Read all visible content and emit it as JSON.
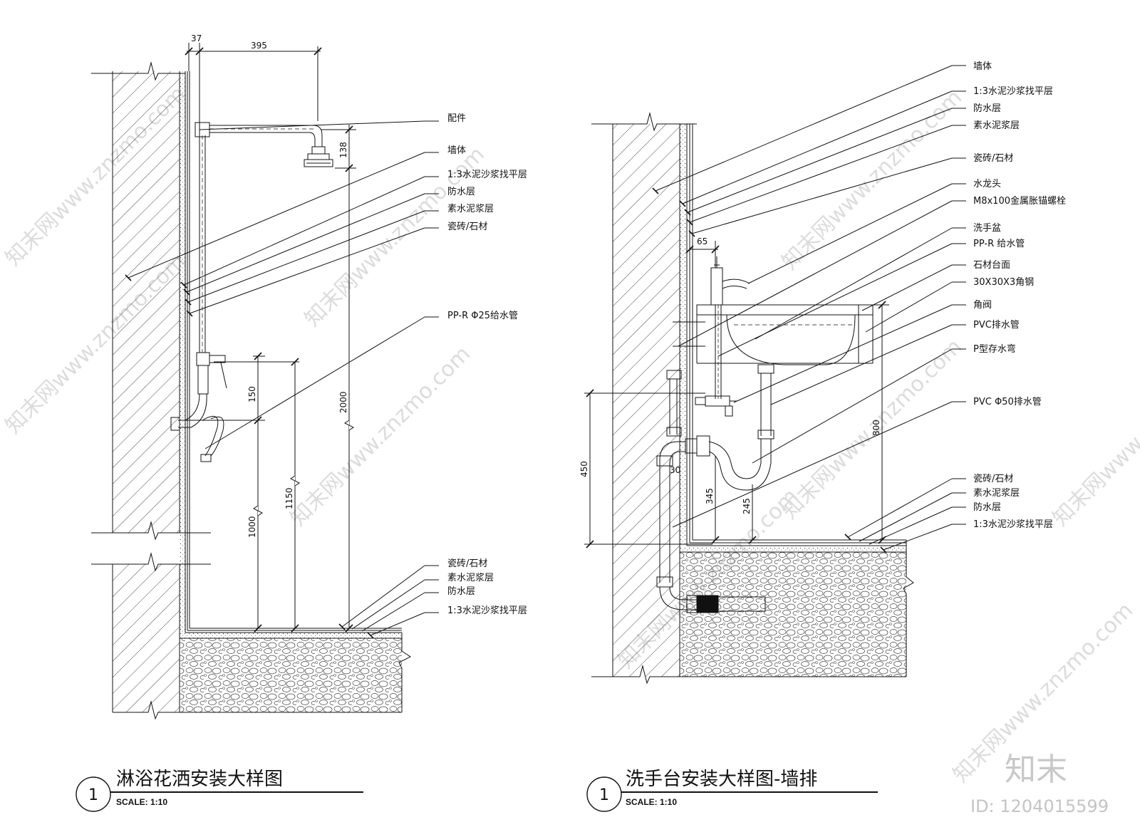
{
  "watermark": {
    "text": "知末网www.znzmo.com",
    "brand": "知末",
    "id": "ID: 1204015599"
  },
  "left": {
    "title": "淋浴花洒安装大样图",
    "number": "1",
    "scale": "SCALE: 1:10",
    "labels": [
      "配件",
      "墙体",
      "1:3水泥沙浆找平层",
      "防水层",
      "素水泥浆层",
      "瓷砖/石材",
      "PP-R Φ25给水管",
      "瓷砖/石材",
      "素水泥浆层",
      "防水层",
      "1:3水泥沙浆找平层"
    ],
    "dims": [
      "37",
      "395",
      "138",
      "2000",
      "150",
      "1150",
      "1000"
    ]
  },
  "right": {
    "title": "洗手台安装大样图-墙排",
    "number": "1",
    "scale": "SCALE: 1:10",
    "labels": [
      "墙体",
      "1:3水泥沙浆找平层",
      "防水层",
      "素水泥浆层",
      "瓷砖/石材",
      "水龙头",
      "M8x100金属胀锚螺栓",
      "洗手盆",
      "PP-R 给水管",
      "石材台面",
      "30X30X3角钢",
      "角阀",
      "PVC排水管",
      "P型存水弯",
      "PVC Φ50排水管",
      "瓷砖/石材",
      "素水泥浆层",
      "防水层",
      "1:3水泥沙浆找平层"
    ],
    "dims": [
      "65",
      "450",
      "800",
      "30",
      "345",
      "245"
    ]
  }
}
